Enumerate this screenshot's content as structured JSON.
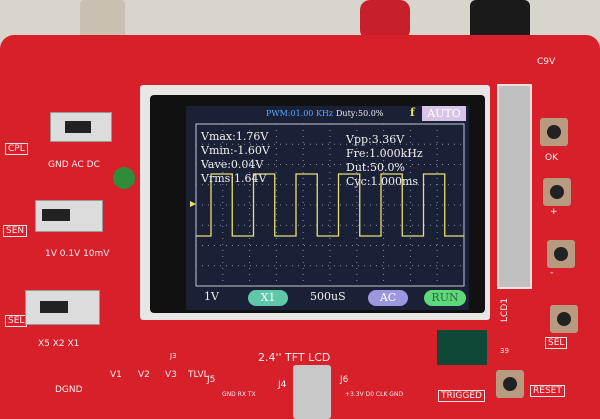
{
  "board": {
    "labels": {
      "cpl": "CPL",
      "coupling": "GND AC DC",
      "sen": "SEN",
      "sensitivity": "1V 0.1V 10mV",
      "sel_left": "SEL",
      "multiplier": "X5 X2 X1",
      "dgnd": "DGND",
      "v1": "V1",
      "v2": "V2",
      "v3": "V3",
      "tlvl": "TLVL",
      "j5": "J5",
      "uart_pins": "GND RX TX",
      "j4": "J4",
      "j6": "J6",
      "j6_pins": "+3.3V D0 CLK GND",
      "j3": "J3",
      "lcd_title": "2.4'' TFT LCD",
      "trigged": "TRIGGED",
      "reset": "RESET",
      "ok": "OK",
      "plus": "+",
      "minus": "-",
      "sel_right": "SEL",
      "lcd1": "LCD1",
      "pin39": "39",
      "csv": "C9V"
    }
  },
  "screen": {
    "header": {
      "pwm": "PWM:01.00 KHz",
      "duty": "Duty:50.0%",
      "trigger_icon": "f",
      "mode": "AUTO"
    },
    "measurements_left": [
      "Vmax:1.76V",
      "Vmin:-1.60V",
      "Vave:0.04V",
      "Vrms:1.64V"
    ],
    "measurements_right": [
      "Vpp:3.36V",
      "Fre:1.000kHz",
      "Dut:50.0%",
      "Cyc:1.000ms"
    ],
    "footer": {
      "vdiv": "1V",
      "probe": "X1",
      "timebase": "500uS",
      "coupling": "AC",
      "state": "RUN"
    },
    "colors": {
      "wave": "#e8e070",
      "probe": "#5fc8a8",
      "coupling": "#9a96e0",
      "run": "#5ed87a",
      "auto": "#d8c4e8"
    }
  }
}
